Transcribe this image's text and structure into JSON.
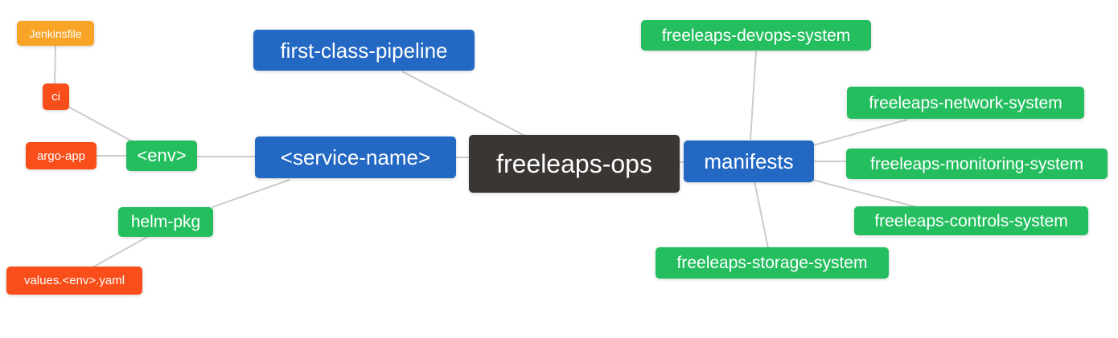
{
  "diagram": {
    "type": "mindmap",
    "root": "freeleaps_ops",
    "nodes": {
      "freeleaps_ops": {
        "label": "freeleaps-ops",
        "color": "#3a3634",
        "level": 0
      },
      "first_class_pipeline": {
        "label": "first-class-pipeline",
        "color": "#2368c2",
        "level": 1
      },
      "service_name": {
        "label": "<service-name>",
        "color": "#2368c2",
        "level": 1
      },
      "manifests": {
        "label": "manifests",
        "color": "#2368c2",
        "level": 1
      },
      "env": {
        "label": "<env>",
        "color": "#24be5f",
        "level": 2
      },
      "helm_pkg": {
        "label": "helm-pkg",
        "color": "#24be5f",
        "level": 2
      },
      "ci": {
        "label": "ci",
        "color": "#f94e1a",
        "level": 3
      },
      "argo_app": {
        "label": "argo-app",
        "color": "#f94e1a",
        "level": 3
      },
      "jenkinsfile": {
        "label": "Jenkinsfile",
        "color": "#f8a426",
        "level": 4
      },
      "values_env_yaml": {
        "label": "values.<env>.yaml",
        "color": "#f94e1a",
        "level": 3
      },
      "devops_system": {
        "label": "freeleaps-devops-system",
        "color": "#24be5f",
        "level": 2
      },
      "network_system": {
        "label": "freeleaps-network-system",
        "color": "#24be5f",
        "level": 2
      },
      "monitoring_system": {
        "label": "freeleaps-monitoring-system",
        "color": "#24be5f",
        "level": 2
      },
      "controls_system": {
        "label": "freeleaps-controls-system",
        "color": "#24be5f",
        "level": 2
      },
      "storage_system": {
        "label": "freeleaps-storage-system",
        "color": "#24be5f",
        "level": 2
      }
    },
    "edges": [
      [
        "freeleaps_ops",
        "first_class_pipeline"
      ],
      [
        "freeleaps_ops",
        "service_name"
      ],
      [
        "freeleaps_ops",
        "manifests"
      ],
      [
        "service_name",
        "env"
      ],
      [
        "service_name",
        "helm_pkg"
      ],
      [
        "env",
        "ci"
      ],
      [
        "env",
        "argo_app"
      ],
      [
        "ci",
        "jenkinsfile"
      ],
      [
        "helm_pkg",
        "values_env_yaml"
      ],
      [
        "manifests",
        "devops_system"
      ],
      [
        "manifests",
        "network_system"
      ],
      [
        "manifests",
        "monitoring_system"
      ],
      [
        "manifests",
        "controls_system"
      ],
      [
        "manifests",
        "storage_system"
      ]
    ],
    "colors": {
      "background": "#ffffff",
      "edge": "#cccccc",
      "text": "#ffffff",
      "root": "#3a3634",
      "branch": "#2368c2",
      "leaf_green": "#24be5f",
      "leaf_red": "#f94e1a",
      "leaf_orange": "#f8a426"
    }
  }
}
